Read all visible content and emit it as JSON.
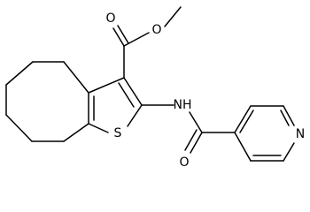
{
  "structure": {
    "atoms": {
      "s1": "S",
      "o_carbonyl": "O",
      "o_ester": "O",
      "nh": "NH",
      "o_amide": "O",
      "n_pyridine": "N"
    }
  },
  "colors": {
    "line": "#000000",
    "background": "#ffffff"
  }
}
